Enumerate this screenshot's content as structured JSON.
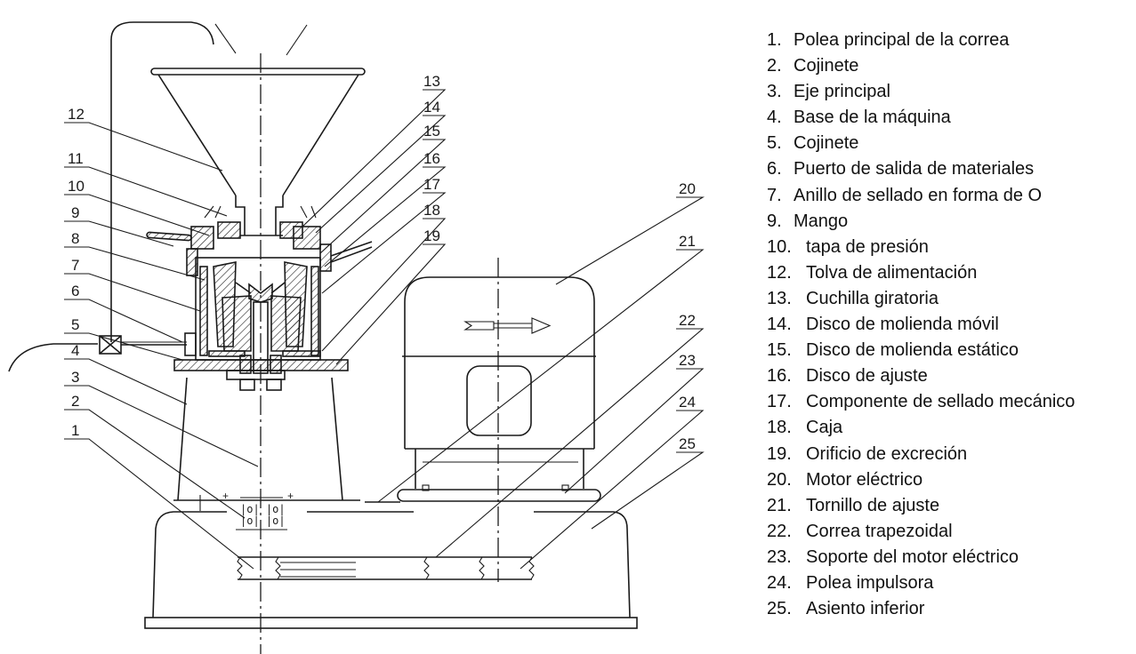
{
  "diagram": {
    "title": "Colloid mill structural diagram",
    "callouts": [
      "1",
      "2",
      "3",
      "4",
      "5",
      "6",
      "7",
      "8",
      "9",
      "10",
      "11",
      "12",
      "13",
      "14",
      "15",
      "16",
      "17",
      "18",
      "19",
      "20",
      "21",
      "22",
      "23",
      "24",
      "25"
    ],
    "rotation_arrow": "arrow-right-icon"
  },
  "legend": {
    "items": [
      {
        "num": "1.",
        "label": "Polea principal de la correa"
      },
      {
        "num": "2.",
        "label": "Cojinete"
      },
      {
        "num": "3.",
        "label": "Eje principal"
      },
      {
        "num": "4.",
        "label": "Base de la máquina"
      },
      {
        "num": "5.",
        "label": "Cojinete"
      },
      {
        "num": "6.",
        "label": "Puerto de salida de materiales"
      },
      {
        "num": "7.",
        "label": "Anillo de sellado en forma de O"
      },
      {
        "num": "9.",
        "label": "Mango"
      },
      {
        "num": "10.",
        "label": "tapa de presión"
      },
      {
        "num": "12.",
        "label": "Tolva de alimentación"
      },
      {
        "num": "13.",
        "label": "Cuchilla giratoria"
      },
      {
        "num": "14.",
        "label": "Disco de molienda móvil"
      },
      {
        "num": "15.",
        "label": "Disco de molienda estático"
      },
      {
        "num": "16.",
        "label": "Disco de ajuste"
      },
      {
        "num": "17.",
        "label": "Componente de sellado mecánico"
      },
      {
        "num": "18.",
        "label": "Caja"
      },
      {
        "num": "19.",
        "label": "Orificio de excreción"
      },
      {
        "num": "20.",
        "label": "Motor eléctrico"
      },
      {
        "num": "21.",
        "label": "Tornillo de ajuste"
      },
      {
        "num": "22.",
        "label": "Correa trapezoidal"
      },
      {
        "num": "23.",
        "label": "Soporte del motor eléctrico"
      },
      {
        "num": "24.",
        "label": "Polea impulsora"
      },
      {
        "num": "25.",
        "label": "Asiento inferior"
      }
    ]
  }
}
